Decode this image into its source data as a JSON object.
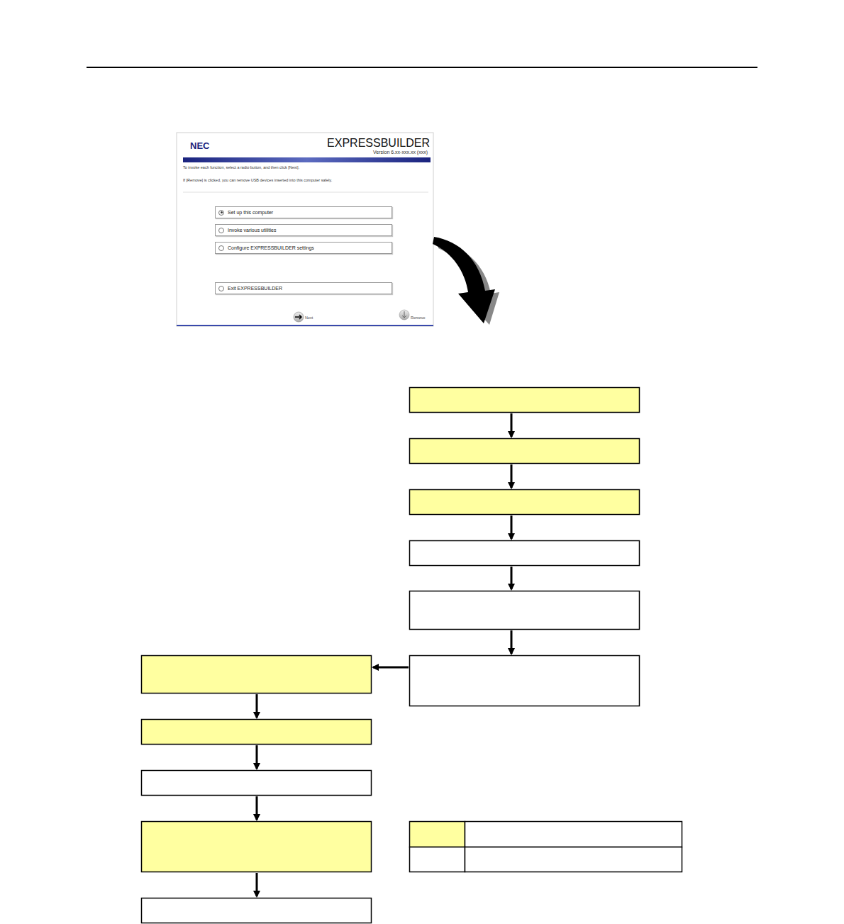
{
  "diagram": {
    "nodes": [
      {
        "text": [
          "Set up this computer"
        ]
      },
      {
        "text": [
          "Invoke various utilities"
        ]
      },
      {
        "text": [
          "Configure EXPRESSBUILDER settings"
        ]
      },
      {
        "text": [
          "Exit EXPRESSBUILDER"
        ]
      }
    ],
    "labels": [
      "NEC",
      "EXPRESSBUILDER",
      "Version 6.xx-xxx.xx (xxx)",
      "To invoke each function, select a radio button, and then click [Next].",
      "If [Remove] is clicked, you can remove USB devices inserted into this computer safely.",
      "Next",
      "Remove"
    ]
  }
}
